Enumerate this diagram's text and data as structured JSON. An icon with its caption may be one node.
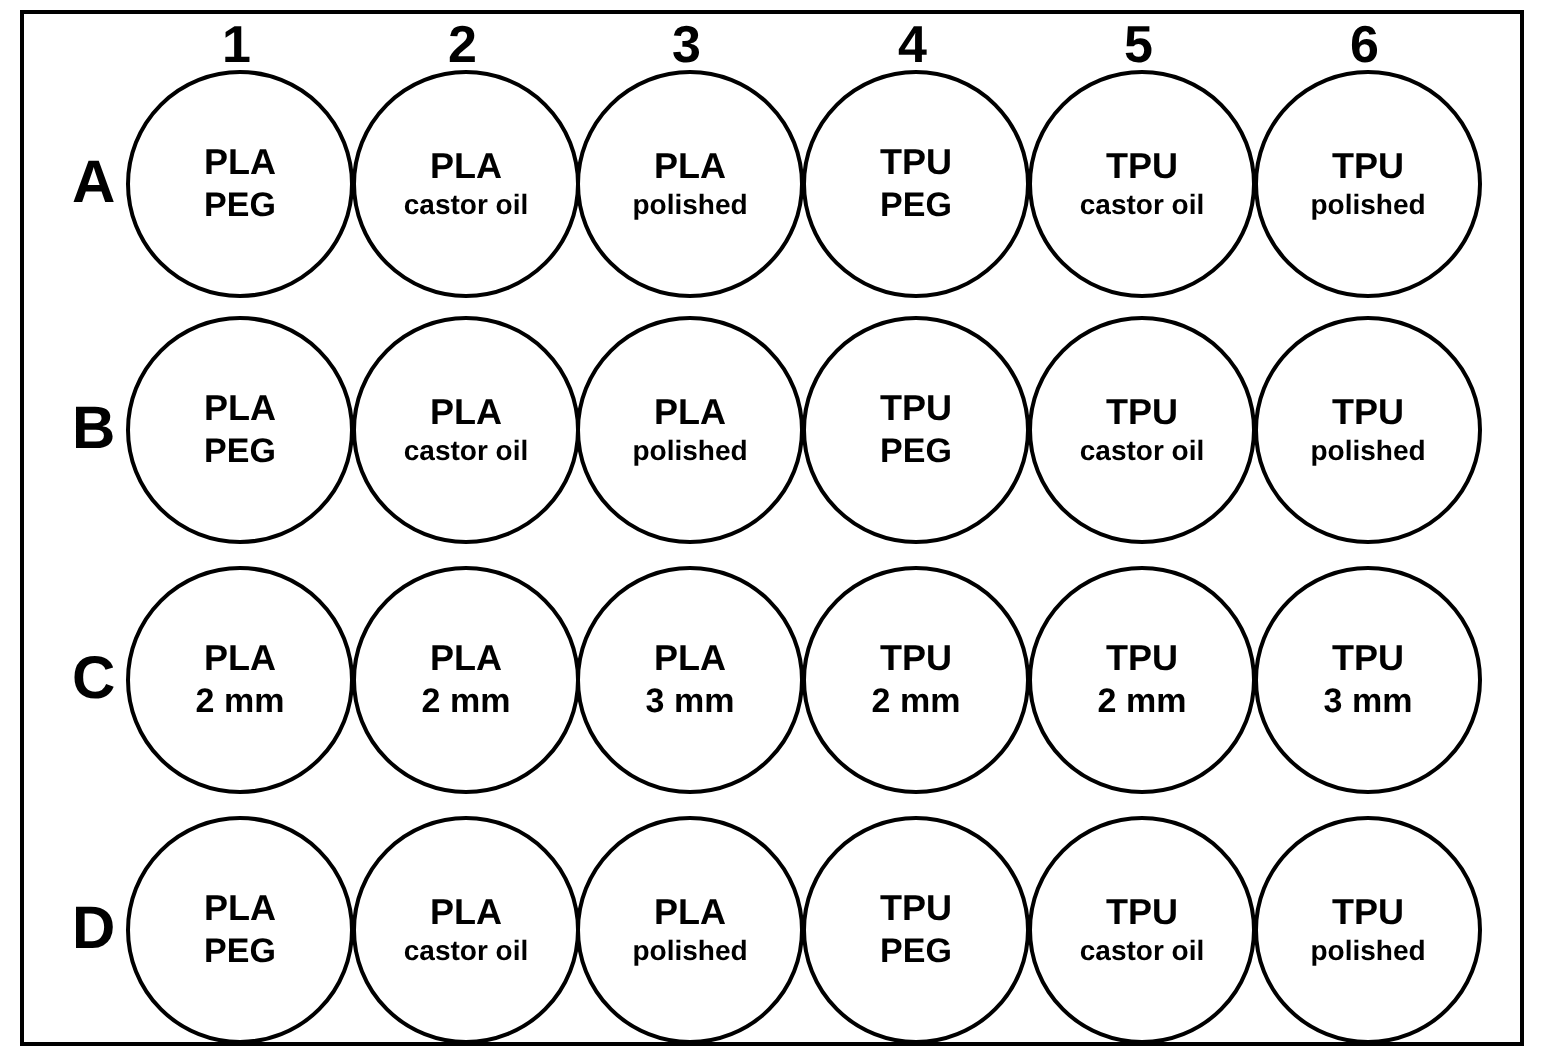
{
  "diagram": {
    "nodes": [
      {
        "text": [
          "PLA",
          "PEG"
        ]
      },
      {
        "text": [
          "PLA",
          "castor oil"
        ]
      },
      {
        "text": [
          "PLA",
          "polished"
        ]
      },
      {
        "text": [
          "TPU",
          "PEG"
        ]
      },
      {
        "text": [
          "TPU",
          "castor oil"
        ]
      },
      {
        "text": [
          "TPU",
          "polished"
        ]
      },
      {
        "text": [
          "PLA",
          "PEG"
        ]
      },
      {
        "text": [
          "PLA",
          "castor oil"
        ]
      },
      {
        "text": [
          "PLA",
          "polished"
        ]
      },
      {
        "text": [
          "TPU",
          "PEG"
        ]
      },
      {
        "text": [
          "TPU",
          "castor oil"
        ]
      },
      {
        "text": [
          "TPU",
          "polished"
        ]
      },
      {
        "text": [
          "PLA",
          "2 mm"
        ]
      },
      {
        "text": [
          "PLA",
          "2 mm"
        ]
      },
      {
        "text": [
          "PLA",
          "3 mm"
        ]
      },
      {
        "text": [
          "TPU",
          "2 mm"
        ]
      },
      {
        "text": [
          "TPU",
          "2 mm"
        ]
      },
      {
        "text": [
          "TPU",
          "3 mm"
        ]
      },
      {
        "text": [
          "PLA",
          "PEG"
        ]
      },
      {
        "text": [
          "PLA",
          "castor oil"
        ]
      },
      {
        "text": [
          "PLA",
          "polished"
        ]
      },
      {
        "text": [
          "TPU",
          "PEG"
        ]
      },
      {
        "text": [
          "TPU",
          "castor oil"
        ]
      },
      {
        "text": [
          "TPU",
          "polished"
        ]
      }
    ],
    "labels": [
      "1",
      "2",
      "3",
      "4",
      "5",
      "6",
      "A",
      "B",
      "C",
      "D"
    ]
  }
}
